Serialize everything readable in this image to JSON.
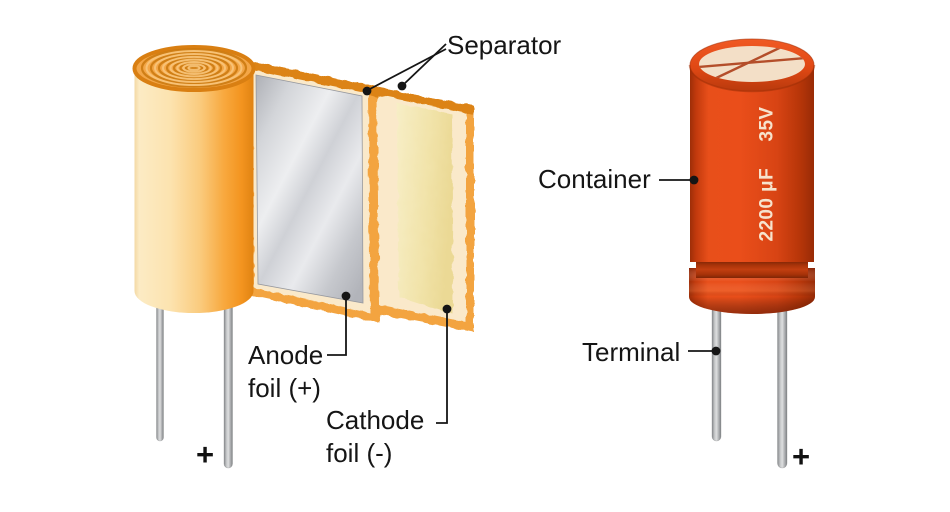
{
  "figure": {
    "description": "Electrolytic capacitor construction diagram: unrolled winding (left) and assembled capacitor (right)",
    "background": "#ffffff"
  },
  "labels": {
    "separator": "Separator",
    "anode": {
      "line1": "Anode",
      "line2": "foil (+)"
    },
    "cathode": {
      "line1": "Cathode",
      "line2": "foil (-)"
    },
    "container": "Container",
    "terminal": "Terminal",
    "polarity_left": "+",
    "polarity_right": "+"
  },
  "marking": {
    "capacitance": "2200 μF",
    "voltage": "35V"
  },
  "colors": {
    "roll_orange": "#F6A032",
    "separator_cream": "#FAE9CA",
    "sheet_border_orange": "#F3A440",
    "anode_gray": "#D7D9DC",
    "cathode_yellow": "#F1E3A9",
    "container_red": "#E64C18",
    "container_top_cream": "#F3DFC7",
    "lead_gray": "#C7C9CA",
    "label_text": "#151515"
  }
}
